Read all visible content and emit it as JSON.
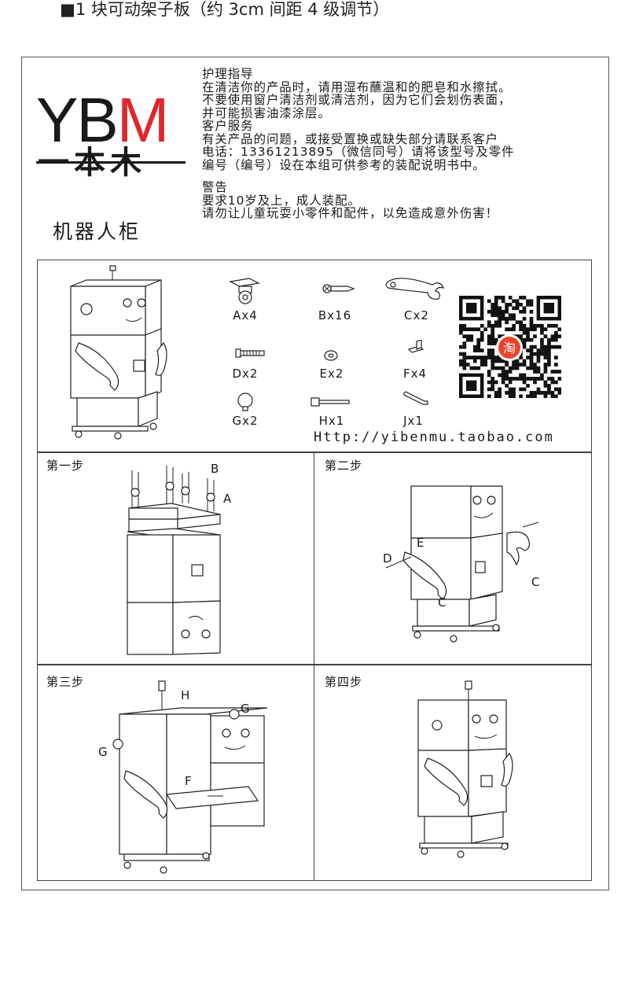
{
  "heading": "■1 块可动架子板（约 3cm 间距 4 级调节）",
  "brand": {
    "letters": [
      "Y",
      "B",
      "M"
    ],
    "chinese": "一本木",
    "colors": {
      "dark": "#1a1a1a",
      "accent": "#e0262c"
    }
  },
  "product_name": "机器人柜",
  "care": {
    "title": "护理指导",
    "lines": [
      "在清洁你的产品时，请用湿布蘸温和的肥皂和水擦拭。",
      "不要使用窗户清洁剂或清洁剂，因为它们会划伤表面，",
      "并可能损害油漆涂层。"
    ]
  },
  "service": {
    "title": "客户服务",
    "lines": [
      "有关产品的问题，或接受置换或缺失部分请联系客户",
      "电话：13361213895（微信同号）请将该型号及零件",
      "编号（编号）设在本组可供参考的装配说明书中。"
    ]
  },
  "warning": {
    "title": "警告",
    "lines": [
      "要求10岁及上，成人装配。",
      "请勿让儿童玩耍小零件和配件，以免造成意外伤害！"
    ]
  },
  "parts": [
    {
      "icon": "caster-wheel-icon",
      "label": "Ax4"
    },
    {
      "icon": "screw-icon",
      "label": "Bx16"
    },
    {
      "icon": "wrench-arm-icon",
      "label": "Cx2"
    },
    {
      "icon": "bolt-icon",
      "label": "Dx2"
    },
    {
      "icon": "washer-icon",
      "label": "Ex2"
    },
    {
      "icon": "bracket-icon",
      "label": "Fx4"
    },
    {
      "icon": "knob-icon",
      "label": "Gx2"
    },
    {
      "icon": "antenna-rod-icon",
      "label": "Hx1"
    },
    {
      "icon": "allen-key-icon",
      "label": "Jx1"
    }
  ],
  "qr": {
    "badge": "淘",
    "badge_color": "#e8452c"
  },
  "website": "Http://yibenmu.taobao.com",
  "steps": [
    {
      "title": "第一步",
      "callouts": [
        "B",
        "A"
      ]
    },
    {
      "title": "第二步",
      "callouts": [
        "E",
        "D",
        "C",
        "C"
      ]
    },
    {
      "title": "第三步",
      "callouts": [
        "H",
        "G",
        "G",
        "F"
      ]
    },
    {
      "title": "第四步",
      "callouts": []
    }
  ]
}
